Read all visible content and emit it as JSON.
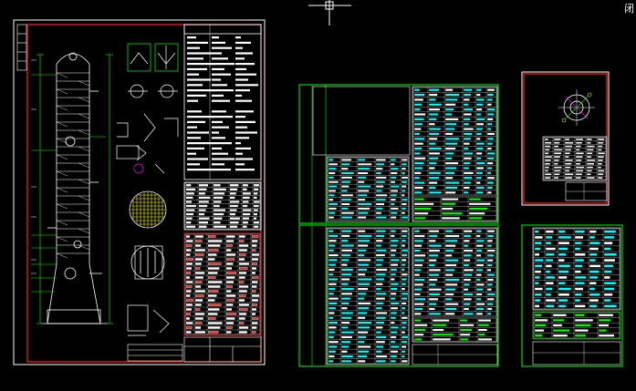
{
  "viewport": {
    "background": "#000000",
    "corner_label": "闭"
  },
  "colors": {
    "frame_white": "#ffffff",
    "border_red": "#ff2020",
    "line_green": "#00ff00",
    "text_cyan": "#00ffff",
    "text_white": "#ffffff",
    "accent_yellow": "#ffff00",
    "accent_magenta": "#ff00ff"
  },
  "crosshair": {
    "cursor_icon": "crosshair-cursor-icon"
  },
  "sheets": [
    {
      "id": "column-assembly",
      "kind": "assembly-drawing"
    },
    {
      "id": "parts-list-upper",
      "kind": "table-sheet"
    },
    {
      "id": "parts-list-lower",
      "kind": "table-sheet"
    },
    {
      "id": "nozzle-orientation",
      "kind": "detail-sheet"
    },
    {
      "id": "small-table",
      "kind": "table-sheet"
    }
  ]
}
